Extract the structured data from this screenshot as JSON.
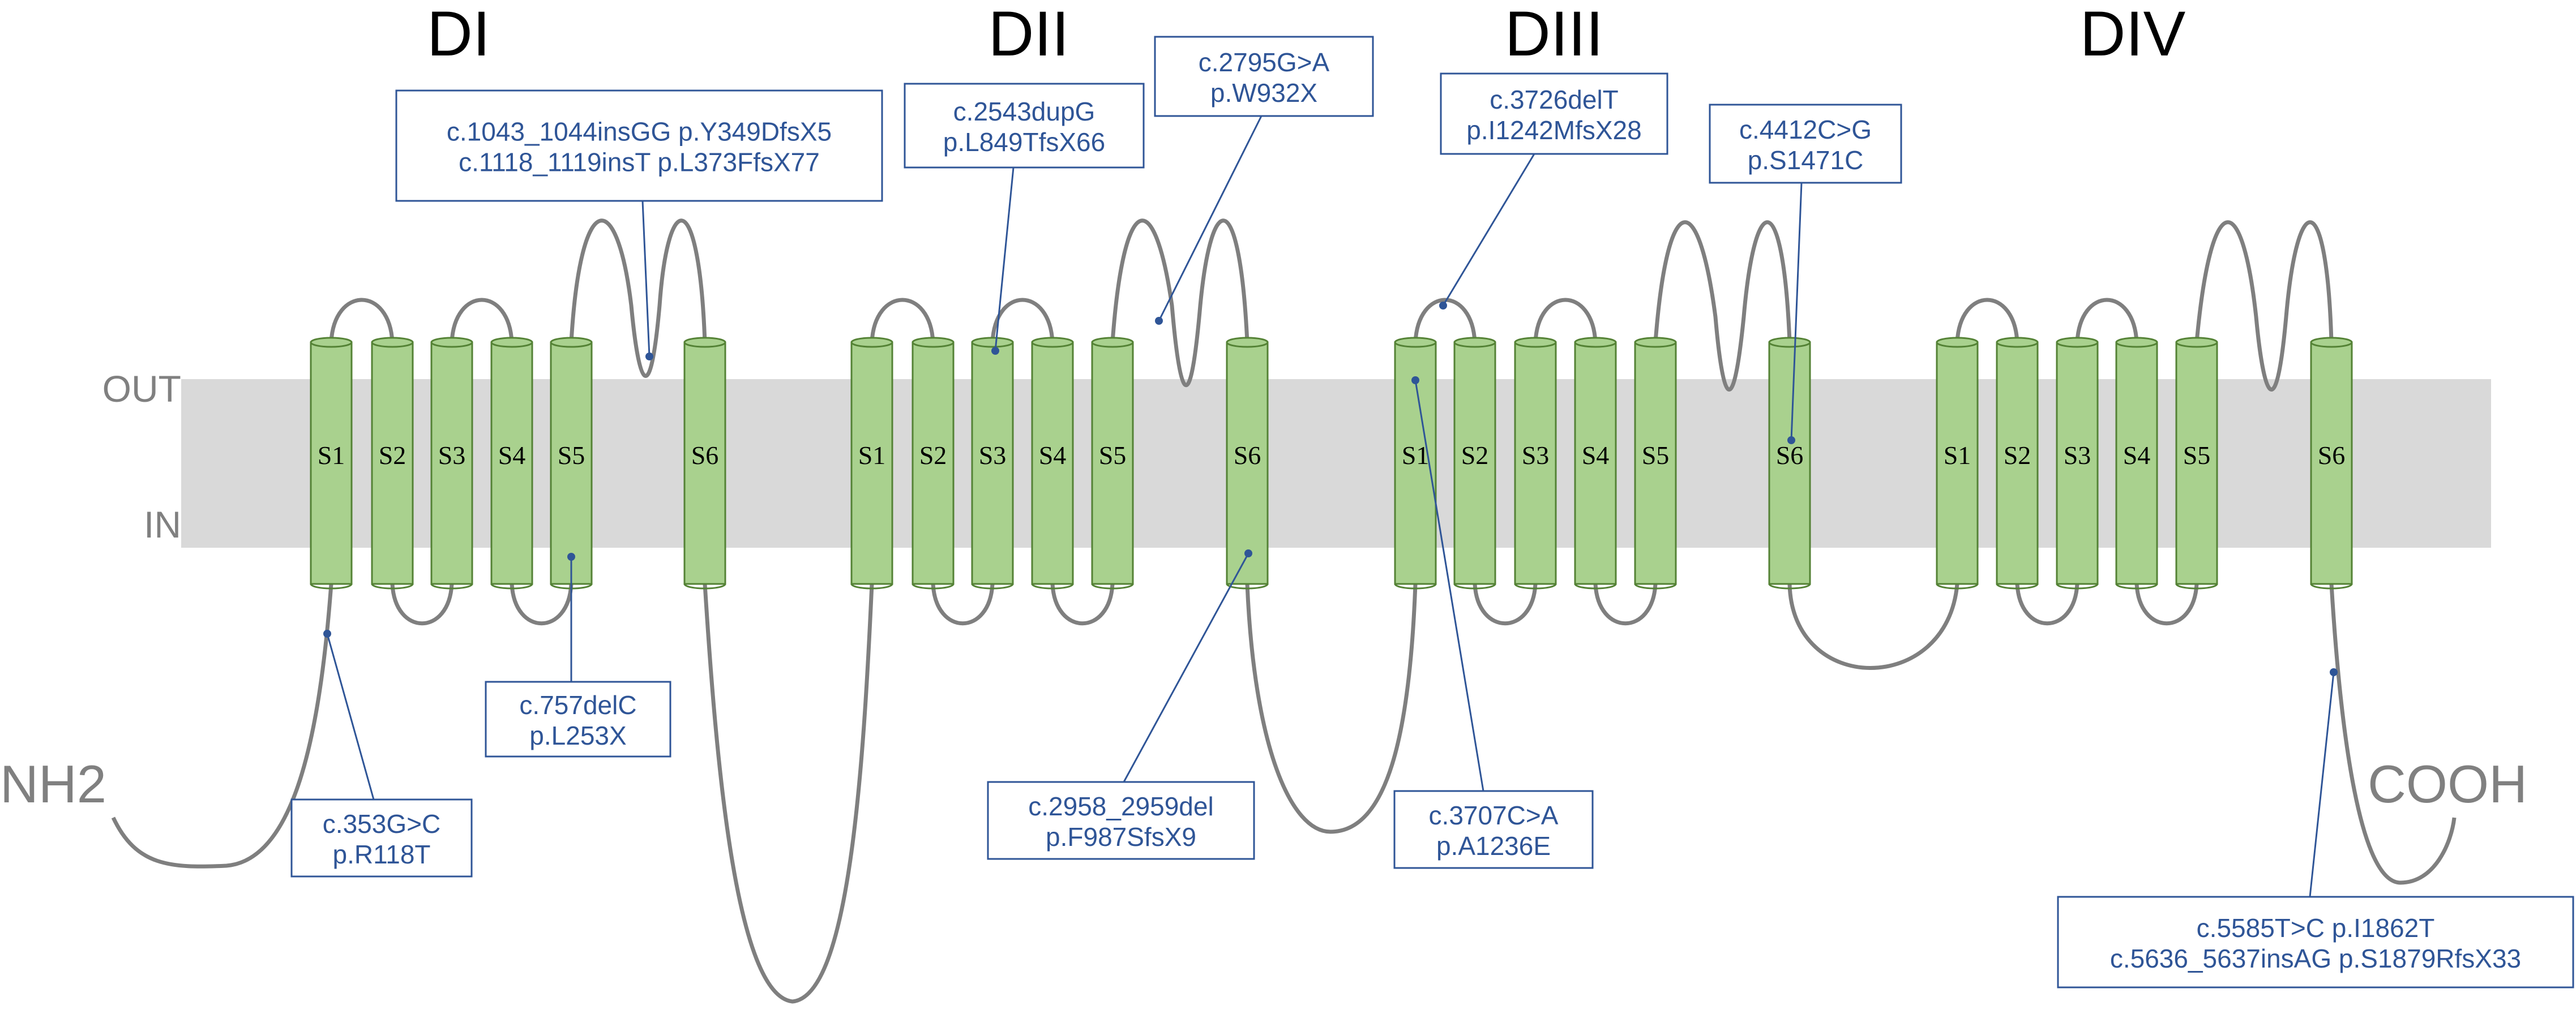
{
  "domains": [
    {
      "label": "DI"
    },
    {
      "label": "DII"
    },
    {
      "label": "DIII"
    },
    {
      "label": "DIV"
    }
  ],
  "segment_labels": [
    "S1",
    "S2",
    "S3",
    "S4",
    "S5",
    "S6"
  ],
  "membrane": {
    "out_label": "OUT",
    "in_label": "IN"
  },
  "termini": {
    "n_label": "NH2",
    "c_label": "COOH"
  },
  "colors": {
    "membrane": "#d9d9d9",
    "helix_fill": "#a9d18e",
    "helix_stroke": "#548235",
    "loop": "#7f7f7f",
    "callout": "#2f5597",
    "muted_text": "#808080",
    "title_text": "#000000"
  },
  "mutations": [
    {
      "lines": [
        "c.1043_1044insGG p.Y349DfsX5",
        "c.1118_1119insT p.L373FfsX77"
      ]
    },
    {
      "lines": [
        "c.2543dupG",
        "p.L849TfsX66"
      ]
    },
    {
      "lines": [
        "c.2795G>A",
        "p.W932X"
      ]
    },
    {
      "lines": [
        "c.3726delT",
        "p.I1242MfsX28"
      ]
    },
    {
      "lines": [
        "c.4412C>G",
        "p.S1471C"
      ]
    },
    {
      "lines": [
        "c.757delC",
        "p.L253X"
      ]
    },
    {
      "lines": [
        "c.353G>C",
        "p.R118T"
      ]
    },
    {
      "lines": [
        "c.2958_2959del",
        "p.F987SfsX9"
      ]
    },
    {
      "lines": [
        "c.3707C>A",
        "p.A1236E"
      ]
    },
    {
      "lines": [
        "c.5585T>C p.I1862T",
        "c.5636_5637insAG p.S1879RfsX33"
      ]
    }
  ]
}
